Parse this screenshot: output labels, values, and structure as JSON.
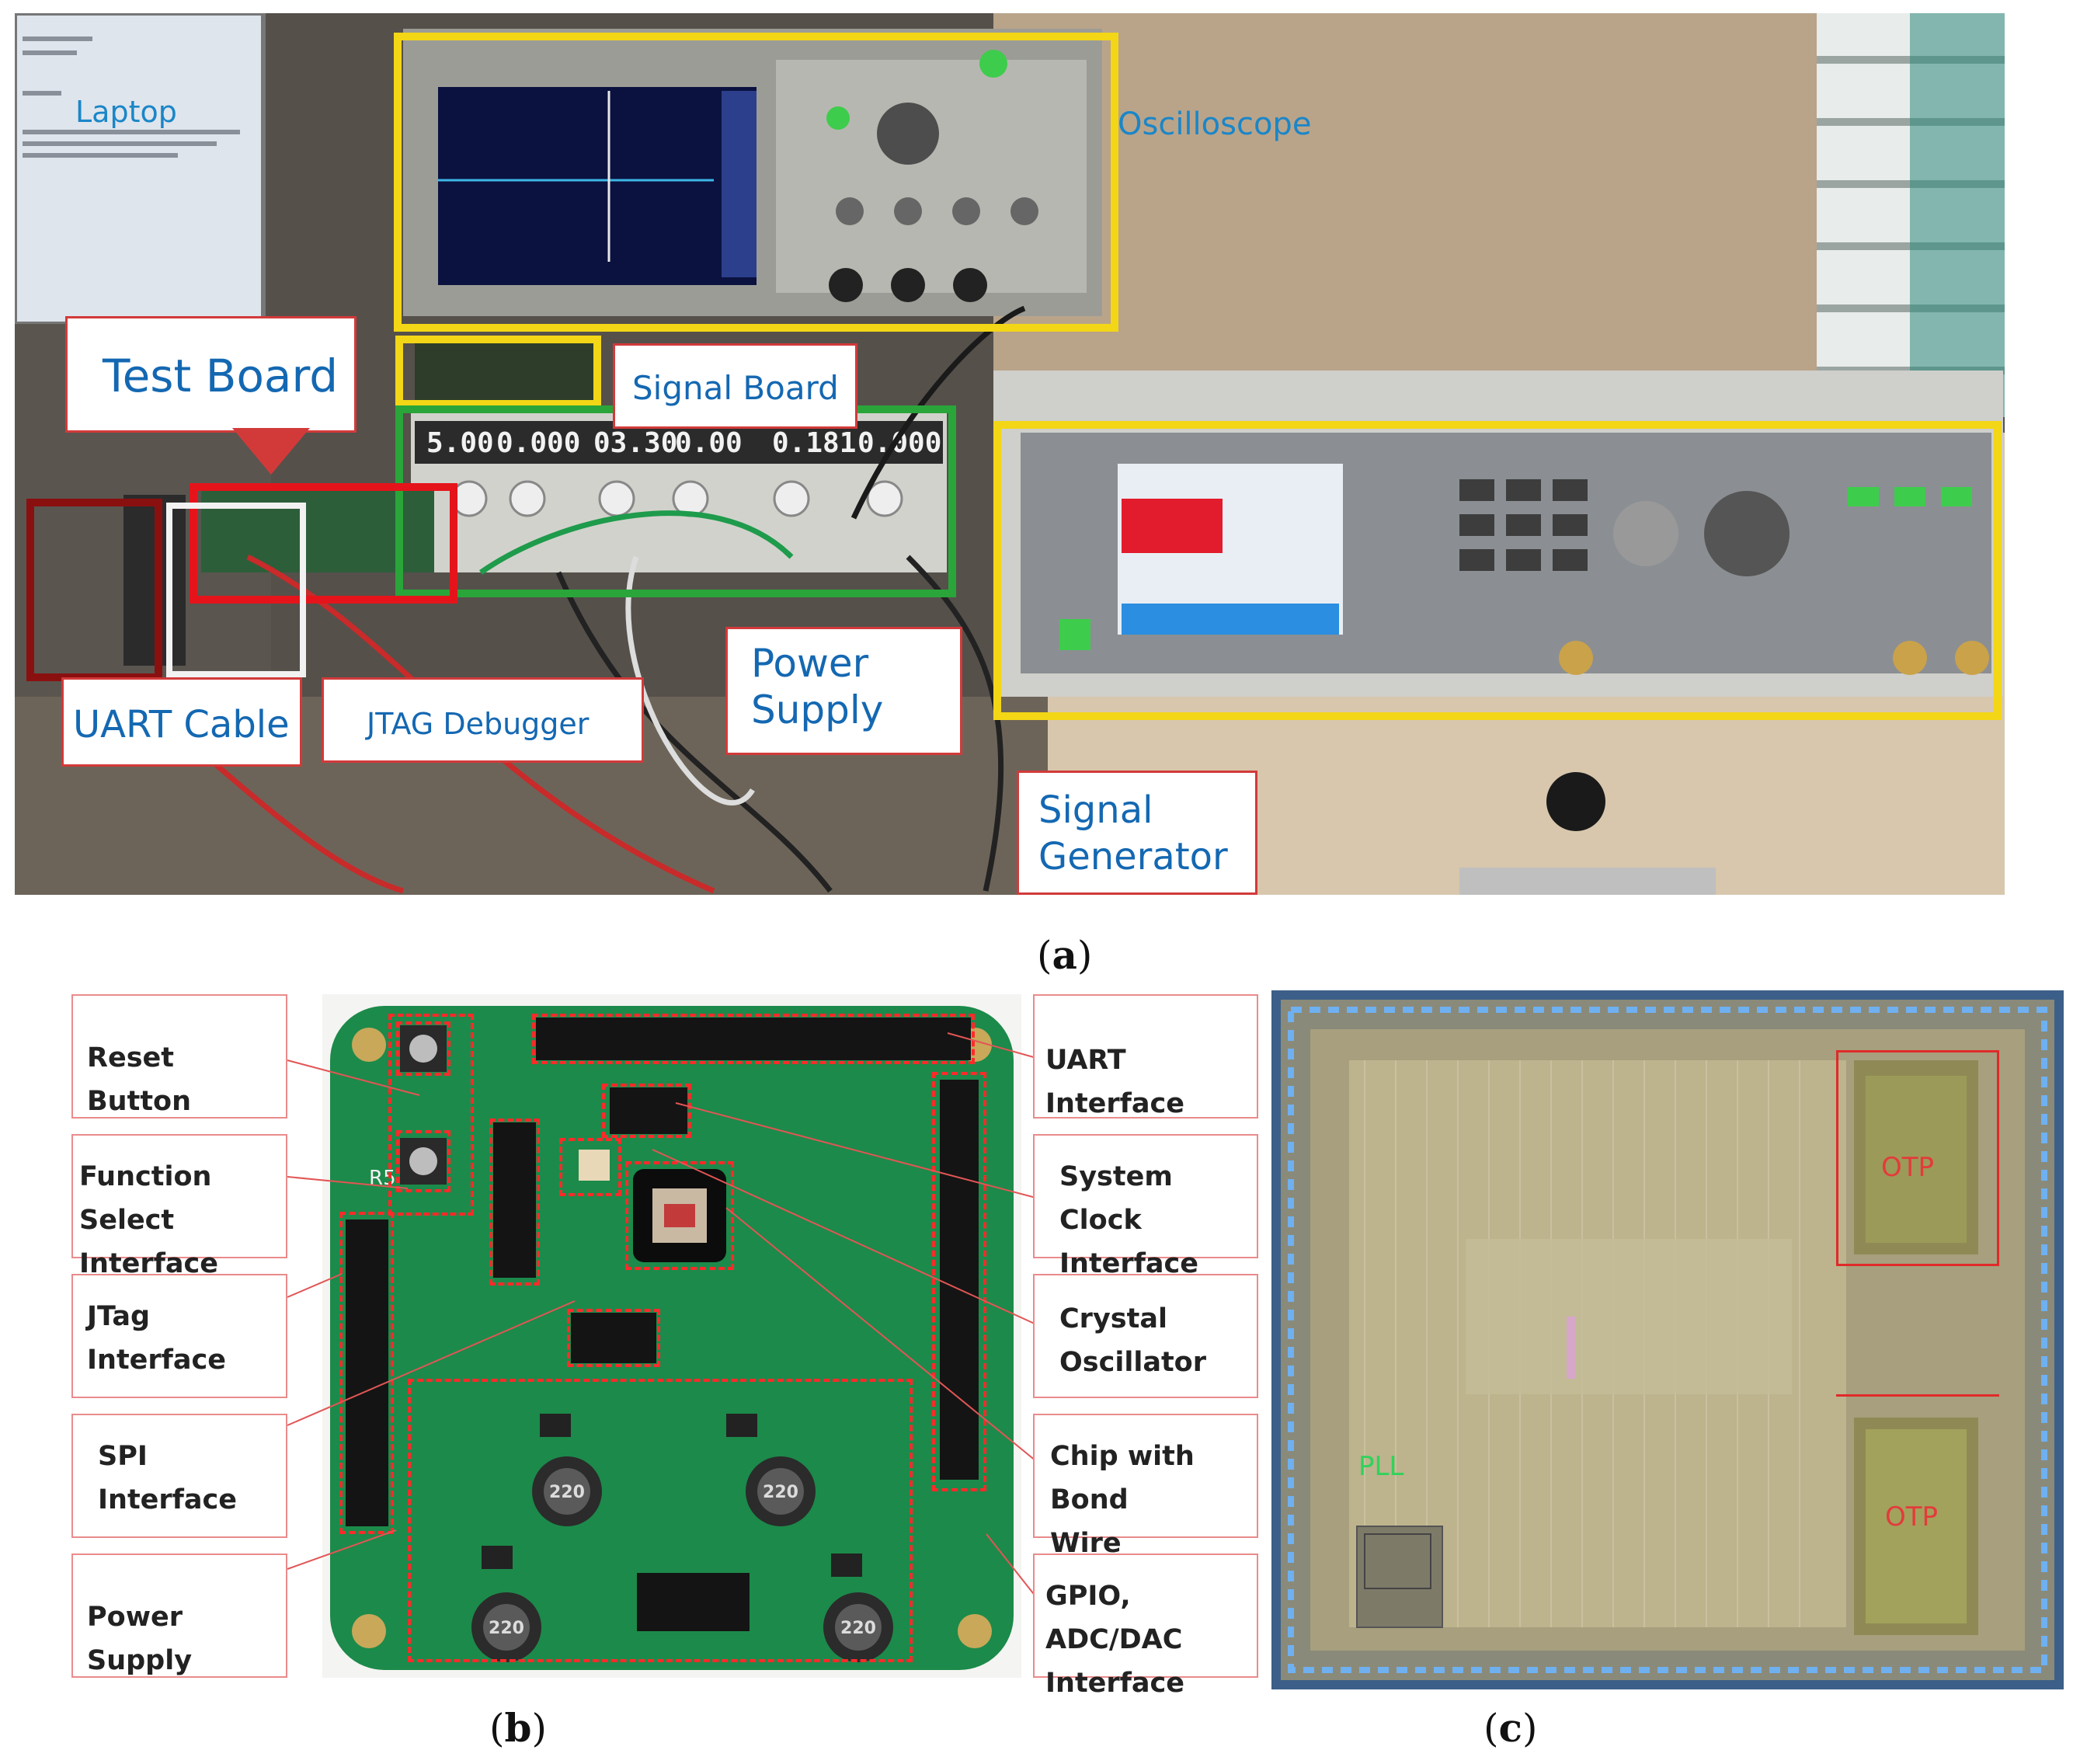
{
  "panel_a": {
    "labels": {
      "laptop": "Laptop",
      "oscilloscope": "Oscilloscope",
      "test_board": "Test Board",
      "signal_board": "Signal Board",
      "uart_cable": "UART Cable",
      "jtag_debugger": "JTAG Debugger",
      "power_supply_1": "Power",
      "power_supply_2": "Supply",
      "signal_generator_1": "Signal",
      "signal_generator_2": "Generator"
    },
    "power_supply_display": [
      "5.00",
      "0.000",
      "03.30",
      "0.00",
      "0.181",
      "0.000"
    ],
    "caption_letter": "a"
  },
  "panel_b": {
    "left_labels": [
      [
        "Reset Button"
      ],
      [
        "Function Select",
        "Interface"
      ],
      [
        "JTag",
        "Interface"
      ],
      [
        "SPI",
        "Interface"
      ],
      [
        "Power Supply"
      ]
    ],
    "right_labels": [
      [
        "UART Interface"
      ],
      [
        "System Clock",
        "Interface"
      ],
      [
        "Crystal",
        "Oscillator"
      ],
      [
        "Chip with Bond",
        "Wire"
      ],
      [
        "GPIO, ADC/DAC",
        "Interface"
      ]
    ],
    "inductor_marking": "220",
    "silk_r5": "R5",
    "caption_letter": "b"
  },
  "panel_c": {
    "otp_top": "OTP",
    "otp_bottom": "OTP",
    "pll": "PLL",
    "caption_letter": "c"
  },
  "colors": {
    "highlight_yellow": "#f3d616",
    "highlight_green": "#2aa53a",
    "highlight_red": "#e5141b",
    "label_blue": "#1a86c8",
    "pcb_green": "#1c8a4a",
    "die_beige": "#b9b08a",
    "die_border_blue": "#4a90d9"
  }
}
